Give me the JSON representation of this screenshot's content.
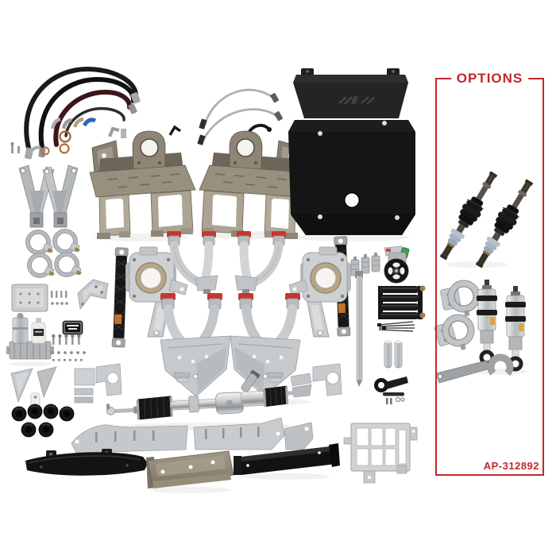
{
  "options_box": {
    "label": "OPTIONS",
    "part_number": "AP-312892",
    "border_color": "#c4272b",
    "text_color": "#c4272b"
  },
  "colors": {
    "background": "#ffffff",
    "accent_red": "#c4272b",
    "bushing_red": "#c8362f",
    "aluminum": "#c9ccce",
    "raw_steel": "#8f8778",
    "black_part": "#161616",
    "cv_boot_blue": "#aebccd",
    "copper": "#b06b40",
    "brass": "#9c8142",
    "tower_steel": "#998f7e"
  },
  "parts": [
    "power-steering-hose-kit",
    "loose-fittings",
    "copper-o-rings",
    "stainless-brake-lines",
    "coilover-tower-left",
    "coilover-tower-right",
    "skid-plate",
    "shock-tower-braces",
    "hose-clamps",
    "mounting-plate",
    "pivot-bracket",
    "small-hardware",
    "power-steering-reservoir",
    "brand-badge",
    "hardware-bolts",
    "gusset-plates-left",
    "bracket-plates",
    "bump-stops",
    "limit-strap-left",
    "limit-strap-right",
    "spindle-left",
    "spindle-right",
    "upper-control-arm-left",
    "upper-control-arm-right",
    "lower-control-arm-left",
    "lower-control-arm-right",
    "tube-clamps",
    "power-steering-pump",
    "fluid-cooler",
    "zip-ties",
    "steel-rod",
    "spacer-tubes",
    "idler-arm",
    "steering-rack",
    "aluminum-guard-plates",
    "bent-clips",
    "wedge-plates",
    "bumper-bracket",
    "crossmember",
    "frame-beam",
    "cooler-guard",
    "cv-axle-left",
    "cv-axle-right",
    "shock-clamp-ring",
    "coilover-shock",
    "spanner-wrench"
  ]
}
